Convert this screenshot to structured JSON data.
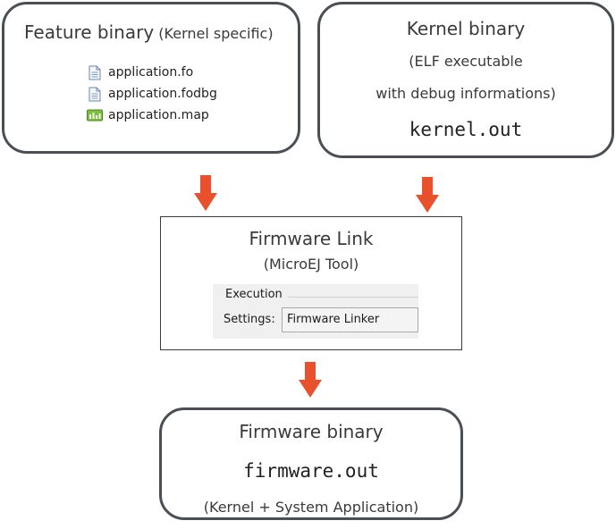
{
  "feature": {
    "title": "Feature binary",
    "subtitle": "(Kernel specific)",
    "files": [
      {
        "name": "application.fo",
        "icon": "document-icon"
      },
      {
        "name": "application.fodbg",
        "icon": "document-icon"
      },
      {
        "name": "application.map",
        "icon": "map-file-icon"
      }
    ]
  },
  "kernel": {
    "title": "Kernel binary",
    "line1": "(ELF executable",
    "line2": "with debug informations)",
    "file": "kernel.out"
  },
  "link": {
    "title": "Firmware Link",
    "subtitle": "(MicroEJ Tool)",
    "group_label": "Execution",
    "settings_label": "Settings:",
    "settings_value": "Firmware Linker"
  },
  "firmware": {
    "title": "Firmware binary",
    "file": "firmware.out",
    "note": "(Kernel + System Application)"
  },
  "colors": {
    "arrow": "#e8512c",
    "border": "#4a4f55",
    "map_icon": "#7cbf3a"
  }
}
